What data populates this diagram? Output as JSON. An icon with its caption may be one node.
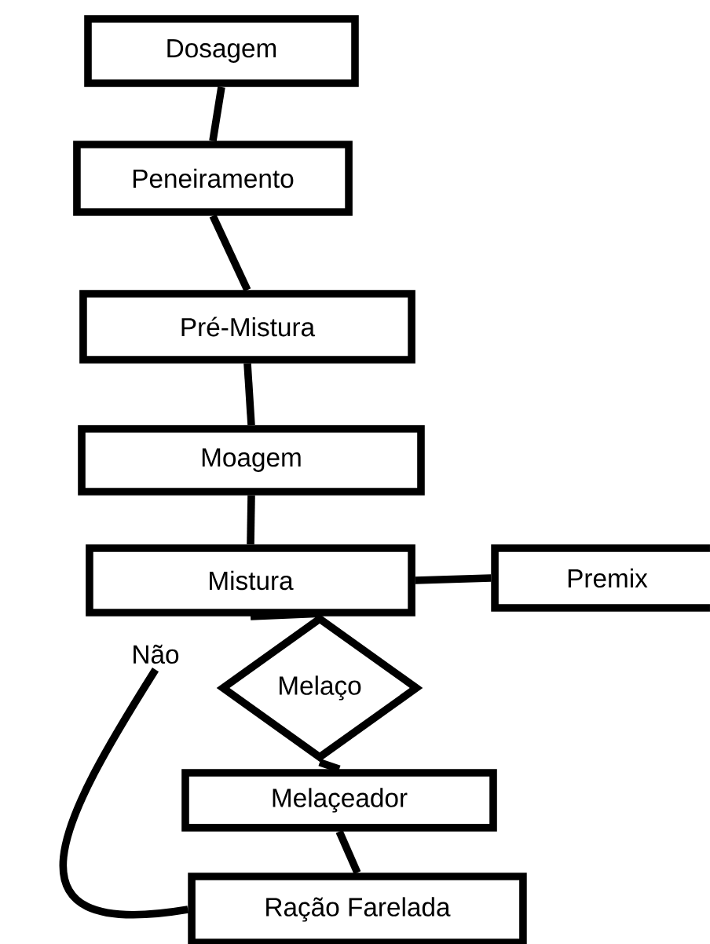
{
  "diagram": {
    "nodes": [
      {
        "text": [
          "Dosagem"
        ]
      },
      {
        "text": [
          "Peneiramento"
        ]
      },
      {
        "text": [
          "Pré-Mistura"
        ]
      },
      {
        "text": [
          "Moagem"
        ]
      },
      {
        "text": [
          "Mistura"
        ]
      },
      {
        "text": [
          "Premix"
        ]
      },
      {
        "text": [
          "Melaço"
        ]
      },
      {
        "text": [
          "Melaçeador"
        ]
      },
      {
        "text": [
          "Ração Farelada"
        ]
      },
      {
        "text": [
          "Não"
        ]
      }
    ],
    "edges": [
      {
        "from": 0,
        "to": 1,
        "arrow": "none"
      },
      {
        "from": 1,
        "to": 2,
        "arrow": "none"
      },
      {
        "from": 2,
        "to": 3,
        "arrow": "none"
      },
      {
        "from": 3,
        "to": 4,
        "arrow": "none"
      },
      {
        "from": 4,
        "to": 5,
        "arrow": "none"
      },
      {
        "from": 4,
        "to": 6,
        "arrow": "none"
      },
      {
        "from": 6,
        "to": 7,
        "arrow": "none"
      },
      {
        "from": 7,
        "to": 8,
        "arrow": "none"
      },
      {
        "from": 9,
        "to": 8,
        "arrow": "none"
      }
    ]
  }
}
